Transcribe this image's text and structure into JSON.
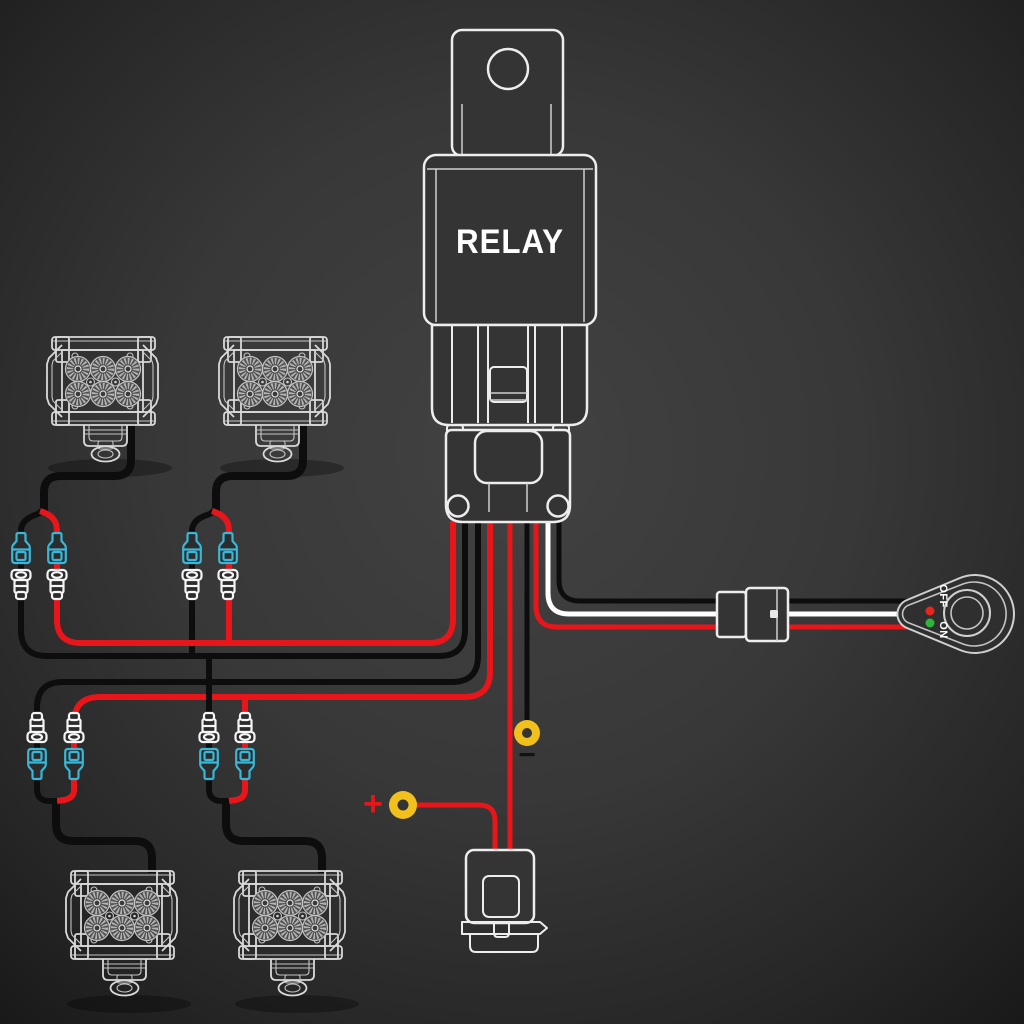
{
  "diagram": {
    "labels": {
      "relay": "RELAY",
      "switch_off": "OFF",
      "switch_on": "ON",
      "positive": "+",
      "negative": "−"
    },
    "colors": {
      "wire_red": "#e8151b",
      "wire_black": "#0d0d0d",
      "wire_white": "#ffffff",
      "outline": "#ededed",
      "connector_cyan": "#38b7d8",
      "terminal_yellow": "#f2c01d",
      "indicator_red": "#e8251d",
      "indicator_green": "#2fb43c",
      "background_center": "#414141",
      "background_edge": "#191919"
    },
    "components": [
      {
        "name": "relay",
        "label": "RELAY"
      },
      {
        "name": "relay-socket"
      },
      {
        "name": "led-light-bar",
        "count": 4
      },
      {
        "name": "bullet-connector-pair",
        "count": 8
      },
      {
        "name": "inline-connector"
      },
      {
        "name": "power-switch",
        "states": [
          "OFF",
          "ON"
        ]
      },
      {
        "name": "fuse-holder"
      },
      {
        "name": "positive-ring-terminal",
        "label": "+"
      },
      {
        "name": "negative-ring-terminal",
        "label": "−"
      }
    ]
  }
}
